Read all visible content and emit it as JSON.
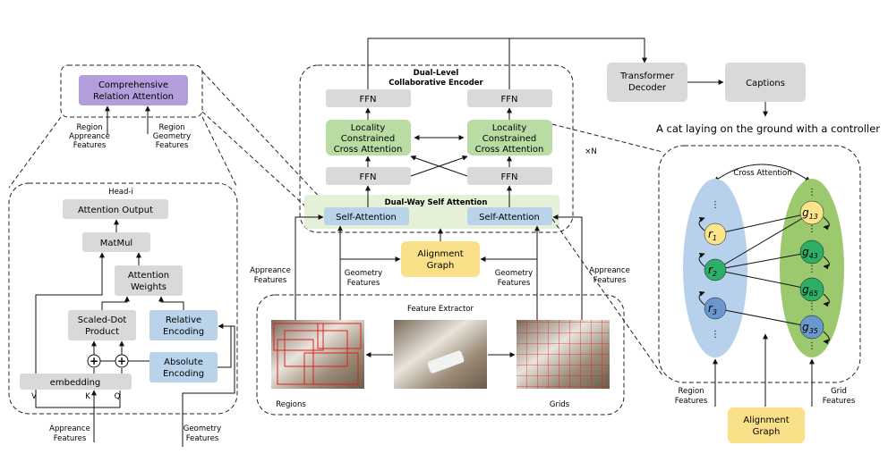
{
  "comprehensive_attention": {
    "line1": "Comprehensive",
    "line2": "Relation Attention"
  },
  "head_inputs": {
    "region_app": [
      "Region",
      "Appreance",
      "Features"
    ],
    "region_geo": [
      "Region",
      "Geometry",
      "Features"
    ]
  },
  "head": {
    "title": "Head-i",
    "attention_output": "Attention Output",
    "matmul": "MatMul",
    "attention_weights": [
      "Attention",
      "Weights"
    ],
    "scaled_dot": [
      "Scaled-Dot",
      "Product"
    ],
    "relative_encoding": [
      "Relative",
      "Encoding"
    ],
    "absolute_encoding": [
      "Absolute",
      "Encoding"
    ],
    "embedding": "embedding",
    "v": "V",
    "k": "K",
    "q": "Q",
    "appreance_features": [
      "Appreance",
      "Features"
    ],
    "geometry_features": [
      "Geometry",
      "Features"
    ]
  },
  "encoder": {
    "title": [
      "Dual-Level",
      "Collaborative Encoder"
    ],
    "ffn": "FFN",
    "lcca": [
      "Locality",
      "Constrained",
      "Cross Attention"
    ],
    "dual_way": "Dual-Way Self Attention",
    "self_attention": "Self-Attention",
    "times_n": "×N"
  },
  "alignment_graph": [
    "Alignment",
    "Graph"
  ],
  "side_labels": {
    "appreance_features": [
      "Appreance",
      "Features"
    ],
    "geometry_features": [
      "Geometry",
      "Features"
    ]
  },
  "extractor": {
    "title": "Feature Extractor",
    "regions": "Regions",
    "grids": "Grids"
  },
  "decoder": {
    "transformer": [
      "Transformer",
      "Decoder"
    ],
    "captions": "Captions",
    "caption_text": "A cat laying on the ground with a controller"
  },
  "graph": {
    "cross_attention": "Cross Attention",
    "region_nodes": [
      {
        "base": "r",
        "sub": "1"
      },
      {
        "base": "r",
        "sub": "2"
      },
      {
        "base": "r",
        "sub": "3"
      }
    ],
    "grid_nodes": [
      {
        "base": "g",
        "sub": "13"
      },
      {
        "base": "g",
        "sub": "43"
      },
      {
        "base": "g",
        "sub": "65"
      },
      {
        "base": "g",
        "sub": "35"
      }
    ],
    "region_features": [
      "Region",
      "Features"
    ],
    "grid_features": [
      "Grid",
      "Features"
    ],
    "alignment_graph": [
      "Alignment",
      "Graph"
    ]
  },
  "colors": {
    "purple": "#b39ddb",
    "green": "#b9dca3",
    "gray": "#d9d9d9",
    "blue": "#b9d3ea",
    "yellow": "#fbe08a",
    "region_ellipse": "#b7d1ec",
    "grid_ellipse": "#9dc96e",
    "node_yellow": "#fde38a",
    "node_green": "#2eaf67",
    "node_blue": "#6b97cf"
  }
}
